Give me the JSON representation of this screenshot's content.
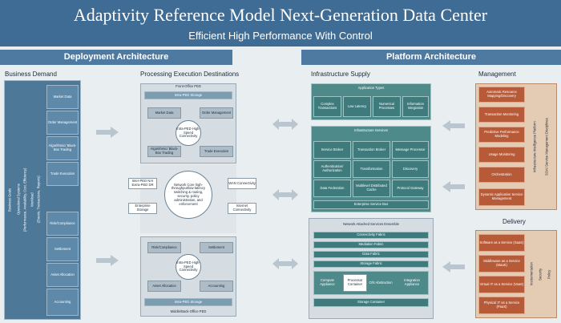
{
  "header": {
    "title": "Adaptivity Reference Model Next-Generation  Data Center",
    "subtitle": "Efficient High Performance With Control"
  },
  "bands": {
    "deployment": "Deployment Architecture",
    "platform": "Platform    Architecture"
  },
  "business_demand": {
    "heading": "Business Demand",
    "vertical_labels": [
      "Business Goals",
      "Operational Systems",
      "(Performance, Availability, Cost, Efficiency)",
      "Workload",
      "(Events, Transactions, Reports)"
    ],
    "top_items": [
      "Market Data",
      "Order Management",
      "Algorithmic/ Black-Box Trading",
      "Trade Execution"
    ],
    "bottom_items": [
      "Risk/Compliance",
      "Settlement",
      "Asset Allocation",
      "Accounting"
    ]
  },
  "ped": {
    "heading": "Processing Execution Destinations",
    "front_title": "Front-Office PED",
    "front_storage": "Intra-PED Storage",
    "front_apps": [
      "Market Data",
      "Order Management",
      "Algorithmic/ Black-Box Trading",
      "Trade Execution"
    ],
    "front_hub": "Intra-PED High-Speed Connectivity",
    "network_core": "Network Core high-throughput/low-latency switching & routing, security, policy administration, and enforcement",
    "left_nodes": [
      "Inter-PED NAI Extra-PED DR",
      "Enterprise Storage"
    ],
    "right_nodes": [
      "WAN Connectivity",
      "Internet Connectivity"
    ],
    "middle_apps": [
      "Risk/Compliance",
      "Settlement",
      "Asset Allocation",
      "Accounting"
    ],
    "middle_hub": "Intra-PED High-Speed Connectivity",
    "middle_storage": "Intra-PED Storage",
    "middle_title": "Middle/Back-Office PED"
  },
  "infrastructure": {
    "heading": "Infrastructure Supply",
    "app_types_title": "Application Types",
    "app_types": [
      "Complex Transactions",
      "Low Latency",
      "Numerical Processes",
      "Information Integration"
    ],
    "services_title": "Infrastructure Services",
    "services": [
      "Service Broker",
      "Transaction Broker",
      "Message Processor",
      "Authentication/ Authorization",
      "Transformation",
      "Discovery",
      "Data Federation",
      "Multilevel Distributed Cache",
      "Protocol Gateway"
    ],
    "bus": "Enterprise Service Bus",
    "nas_title": "Network Attached Services Ensemble",
    "fabrics": [
      "Connectivity Fabric",
      "Mediation Fabric",
      "Data Fabric",
      "Storage Fabric"
    ],
    "appliances": [
      "Compute Appliance",
      "Processor Container",
      "O/S Abstraction",
      "Integration Appliance"
    ],
    "storage_container": "Storage Container"
  },
  "management": {
    "heading": "Management",
    "items": [
      "Automatic Resource Mapping/Discovery",
      "Transaction Monitoring",
      "Predictive Performance Modeling",
      "Usage Monitoring",
      "Orchestration",
      "Dynamic Application Service Management"
    ],
    "vertical_labels": [
      "Infrastructure Intelligence Platform",
      "SOA/ Service Management Disciplines"
    ]
  },
  "delivery": {
    "heading": "Delivery",
    "items": [
      "Software as a Service (SaaS)",
      "Middleware as a Service (MaaS)",
      "Virtual IT as a Service (VaaS)",
      "Physical IT as a Service (PaaS)"
    ],
    "vertical_labels": [
      "Instrumentation",
      "Security",
      "Policy"
    ]
  },
  "colors": {
    "header": "#3e6c95",
    "band": "#4e7aa2",
    "business": "#5f89a9",
    "infrastructure": "#4f8a8a",
    "management": "#b65a38"
  }
}
